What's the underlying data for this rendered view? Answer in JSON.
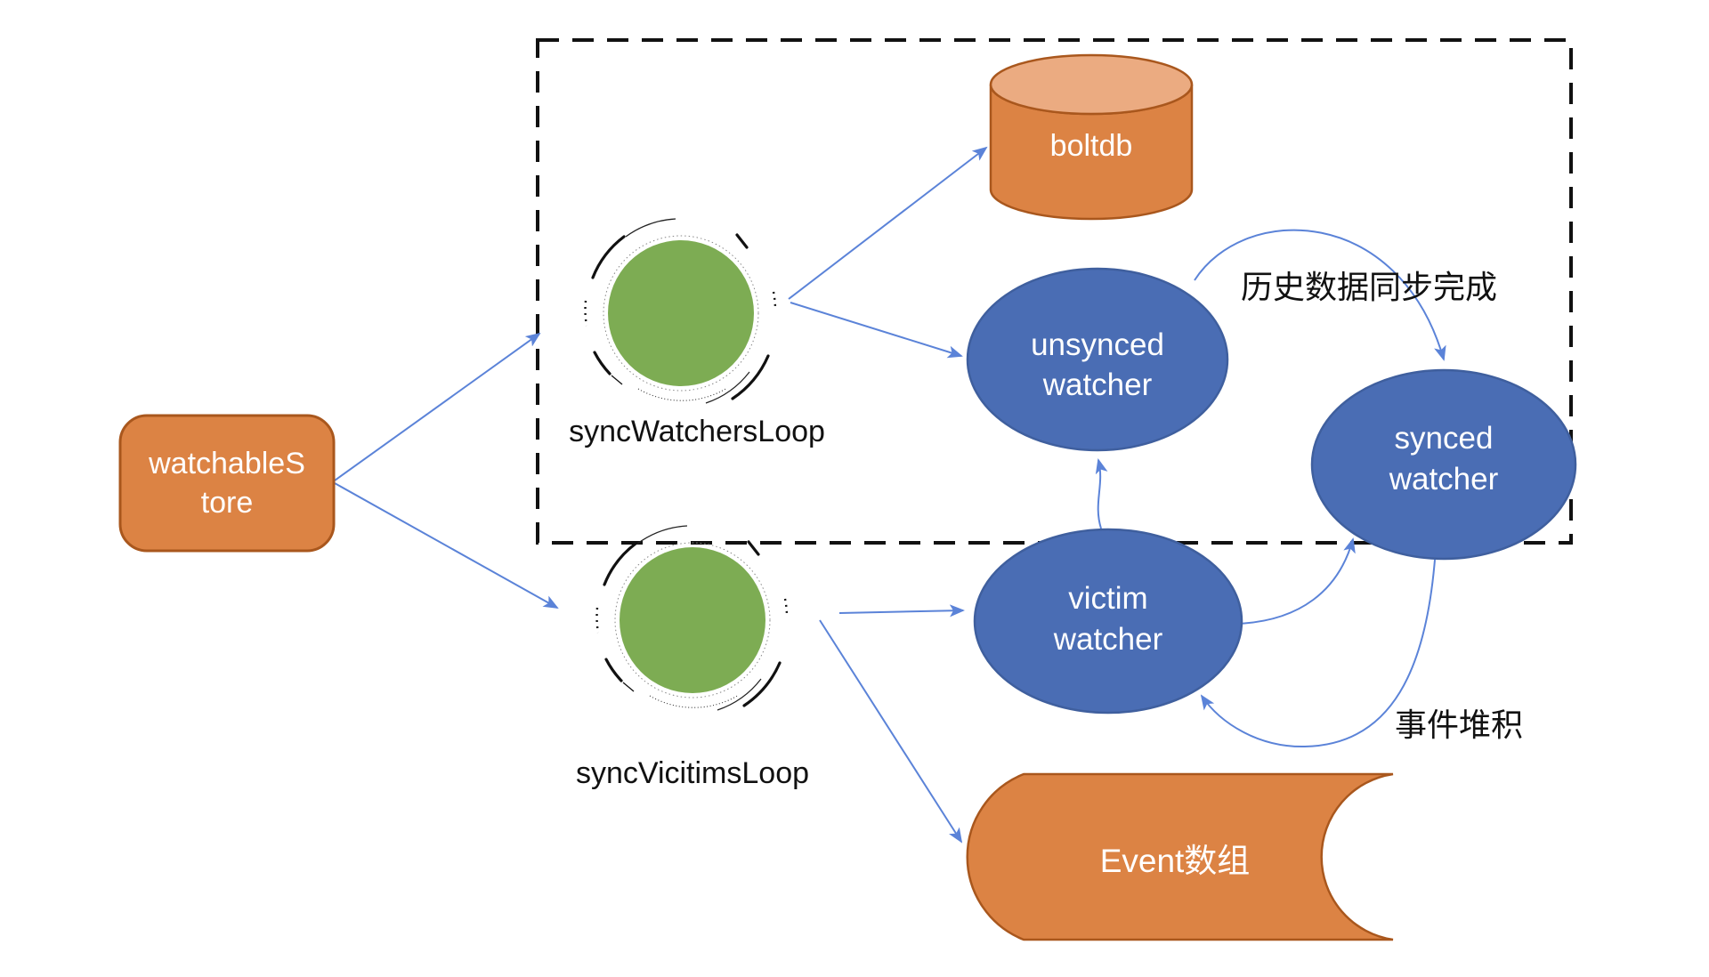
{
  "diagram": {
    "colors": {
      "orange_fill": "#DC8344",
      "orange_top": "#EBAB81",
      "orange_border": "#A9571D",
      "blue_fill": "#4A6DB4",
      "blue_border": "#3F5F9E",
      "green_fill": "#7DAC53",
      "arrow_blue": "#5B83D8",
      "dash_black": "#111111"
    },
    "nodes": {
      "watchable_store": {
        "label": "watchableStore",
        "line1": "watchableS",
        "line2": "tore"
      },
      "sync_watchers_loop": {
        "label": "syncWatchersLoop"
      },
      "sync_vicitims_loop": {
        "label": "syncVicitimsLoop"
      },
      "boltdb": {
        "label": "boltdb"
      },
      "unsynced_watcher": {
        "line1": "unsynced",
        "line2": "watcher"
      },
      "synced_watcher": {
        "line1": "synced",
        "line2": "watcher"
      },
      "victim_watcher": {
        "line1": "victim",
        "line2": "watcher"
      },
      "event_array": {
        "label": "Event数组"
      }
    },
    "edge_labels": {
      "history_sync_done": "历史数据同步完成",
      "event_pileup": "事件堆积"
    }
  }
}
